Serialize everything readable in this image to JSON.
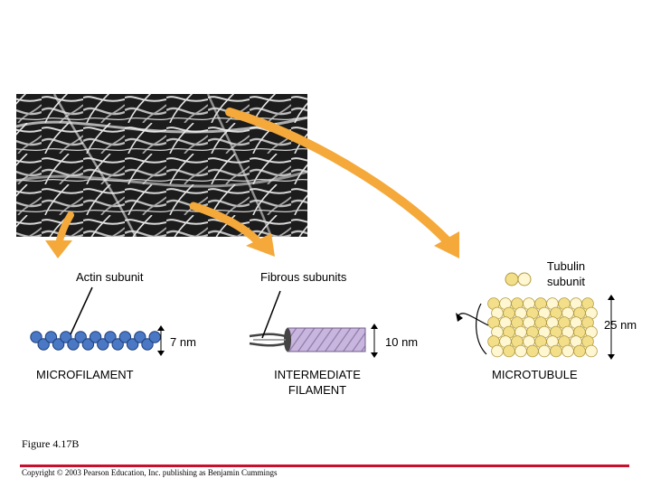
{
  "labels": {
    "actin_subunit": "Actin subunit",
    "fibrous_subunits": "Fibrous subunits",
    "tubulin_subunit_line1": "Tubulin",
    "tubulin_subunit_line2": "subunit",
    "dim_microfilament": "7 nm",
    "dim_intermediate": "10 nm",
    "dim_microtubule": "25 nm",
    "microfilament": "MICROFILAMENT",
    "intermediate_line1": "INTERMEDIATE",
    "intermediate_line2": "FILAMENT",
    "microtubule": "MICROTUBULE"
  },
  "figure_caption": "Figure 4.17B",
  "copyright": "Copyright © 2003 Pearson Education, Inc. publishing as Benjamin Cummings",
  "colors": {
    "arrow": "#f4a93a",
    "actin": "#4a78c4",
    "intermediate": "#c9b6de",
    "tubulin": "#f3df8a",
    "rule": "#c8102e"
  }
}
